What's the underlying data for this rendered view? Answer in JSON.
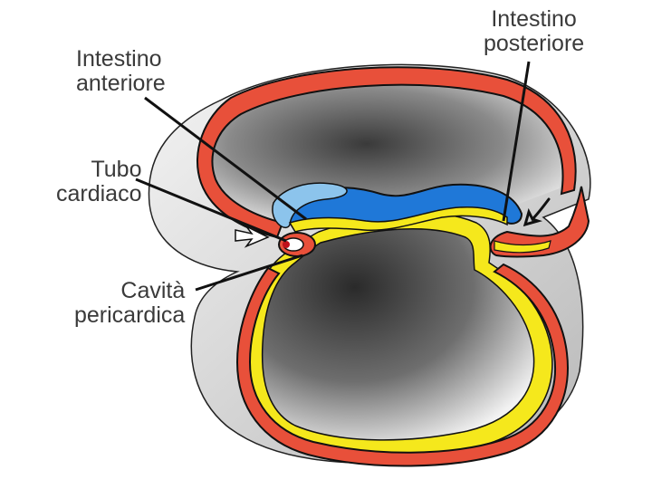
{
  "labels": {
    "intestino_anteriore": [
      "Intestino",
      "anteriore"
    ],
    "intestino_posteriore": [
      "Intestino",
      "posteriore"
    ],
    "tubo_cardiaco": [
      "Tubo",
      "cardiaco"
    ],
    "cavita_pericardica": [
      "Cavità",
      "pericardica"
    ]
  },
  "colors": {
    "ectoderm_red": "#e8503a",
    "endoderm_yellow": "#f5e81c",
    "gut_blue": "#1f78d8",
    "gut_light_blue": "#8cc4ec",
    "outline": "#111111",
    "label_text": "#3a3a3a"
  },
  "icons": [
    "white-arrow-icon",
    "black-arrow-icon"
  ]
}
